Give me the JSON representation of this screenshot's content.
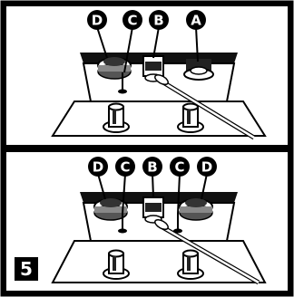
{
  "figure": {
    "step_number": "5",
    "top_panel": {
      "markers": [
        "D",
        "C",
        "B",
        "A"
      ]
    },
    "bottom_panel": {
      "markers": [
        "D",
        "C",
        "B",
        "C",
        "D"
      ]
    }
  }
}
